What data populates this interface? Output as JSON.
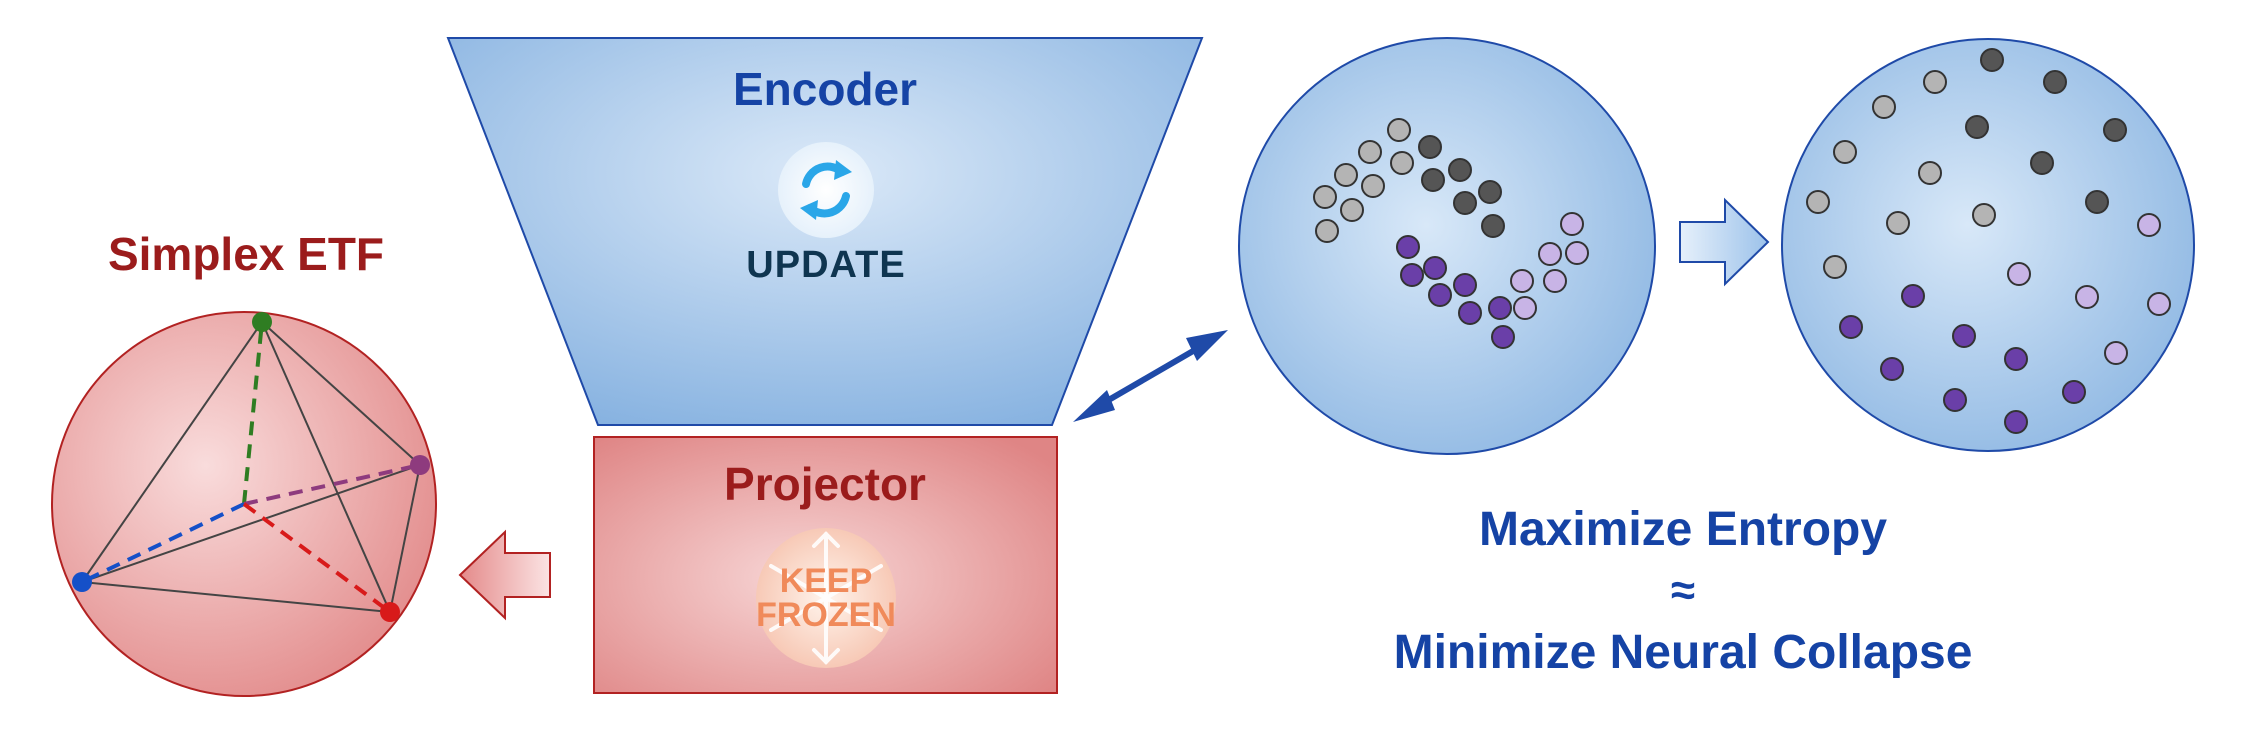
{
  "encoder": {
    "title": "Encoder",
    "badge_text": "UPDATE",
    "badge_icon": "refresh-icon"
  },
  "projector": {
    "title": "Projector",
    "badge_line1": "KEEP",
    "badge_line2": "FROZEN",
    "badge_icon": "snowflake-icon"
  },
  "etf": {
    "title": "Simplex ETF"
  },
  "caption": {
    "line1": "Maximize Entropy",
    "line2": "≈",
    "line3": "Minimize Neural Collapse"
  },
  "colors": {
    "encoder_blue": "#8fb8e0",
    "encoder_border": "#1f4aa8",
    "projector_red": "#e58c8c",
    "projector_border": "#b22222",
    "etf_title": "#9b1c1c",
    "caption_blue": "#1543a5",
    "grey_light": "#b4b4b4",
    "grey_dark": "#555555",
    "purple_dark": "#6a3fa8",
    "purple_light": "#c8b4e6",
    "vertex_green": "#2f7d22",
    "vertex_purple": "#8e3b7e",
    "vertex_blue": "#1550c8",
    "vertex_red": "#d81a1a"
  }
}
